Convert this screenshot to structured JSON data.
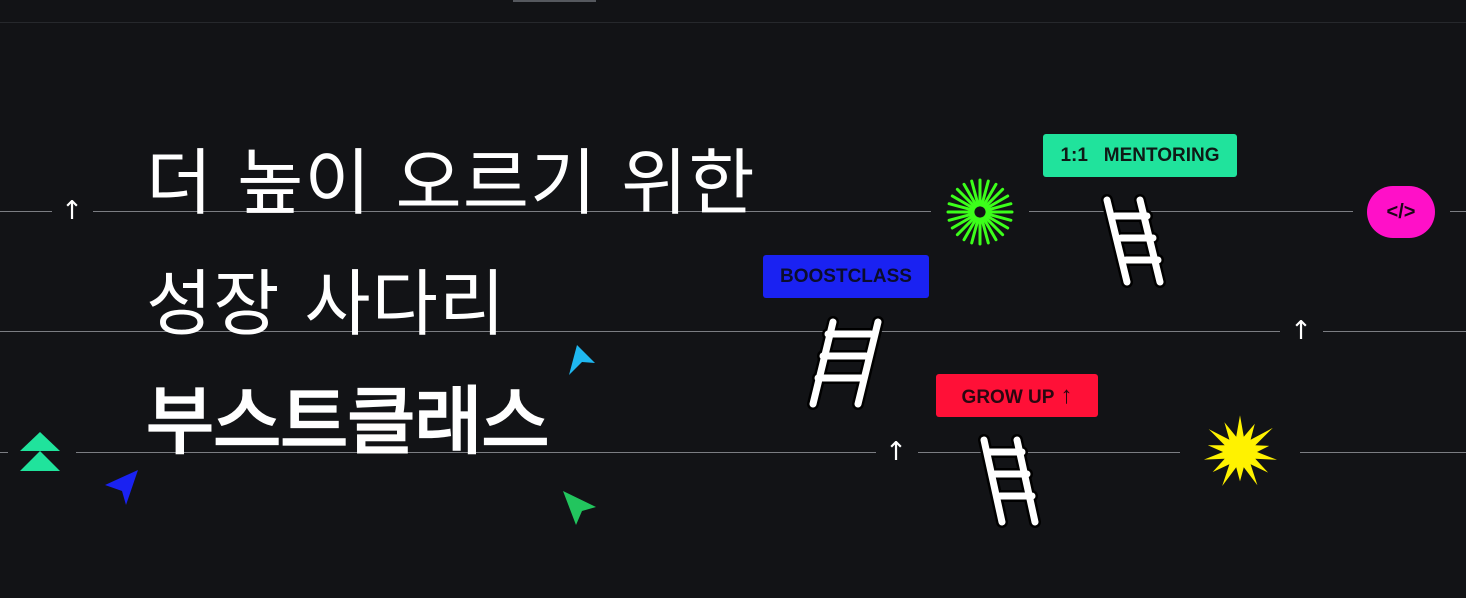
{
  "headline": {
    "line1": "더 높이 오르기 위한",
    "line2": "성장 사다리",
    "line3": "부스트클래스"
  },
  "tags": {
    "mentoring": "1:1   MENTORING",
    "boostclass": "BOOSTCLASS",
    "grow_up": "GROW UP"
  },
  "symbols": {
    "code": "</>",
    "up_arrow": "↑"
  },
  "colors": {
    "background": "#121316",
    "mentoring": "#20e39c",
    "boostclass": "#1a22f2",
    "grow_up": "#ff1037",
    "code_pill": "#ff10c8",
    "green_burst": "#3cff1a",
    "yellow_burst": "#fff200"
  }
}
